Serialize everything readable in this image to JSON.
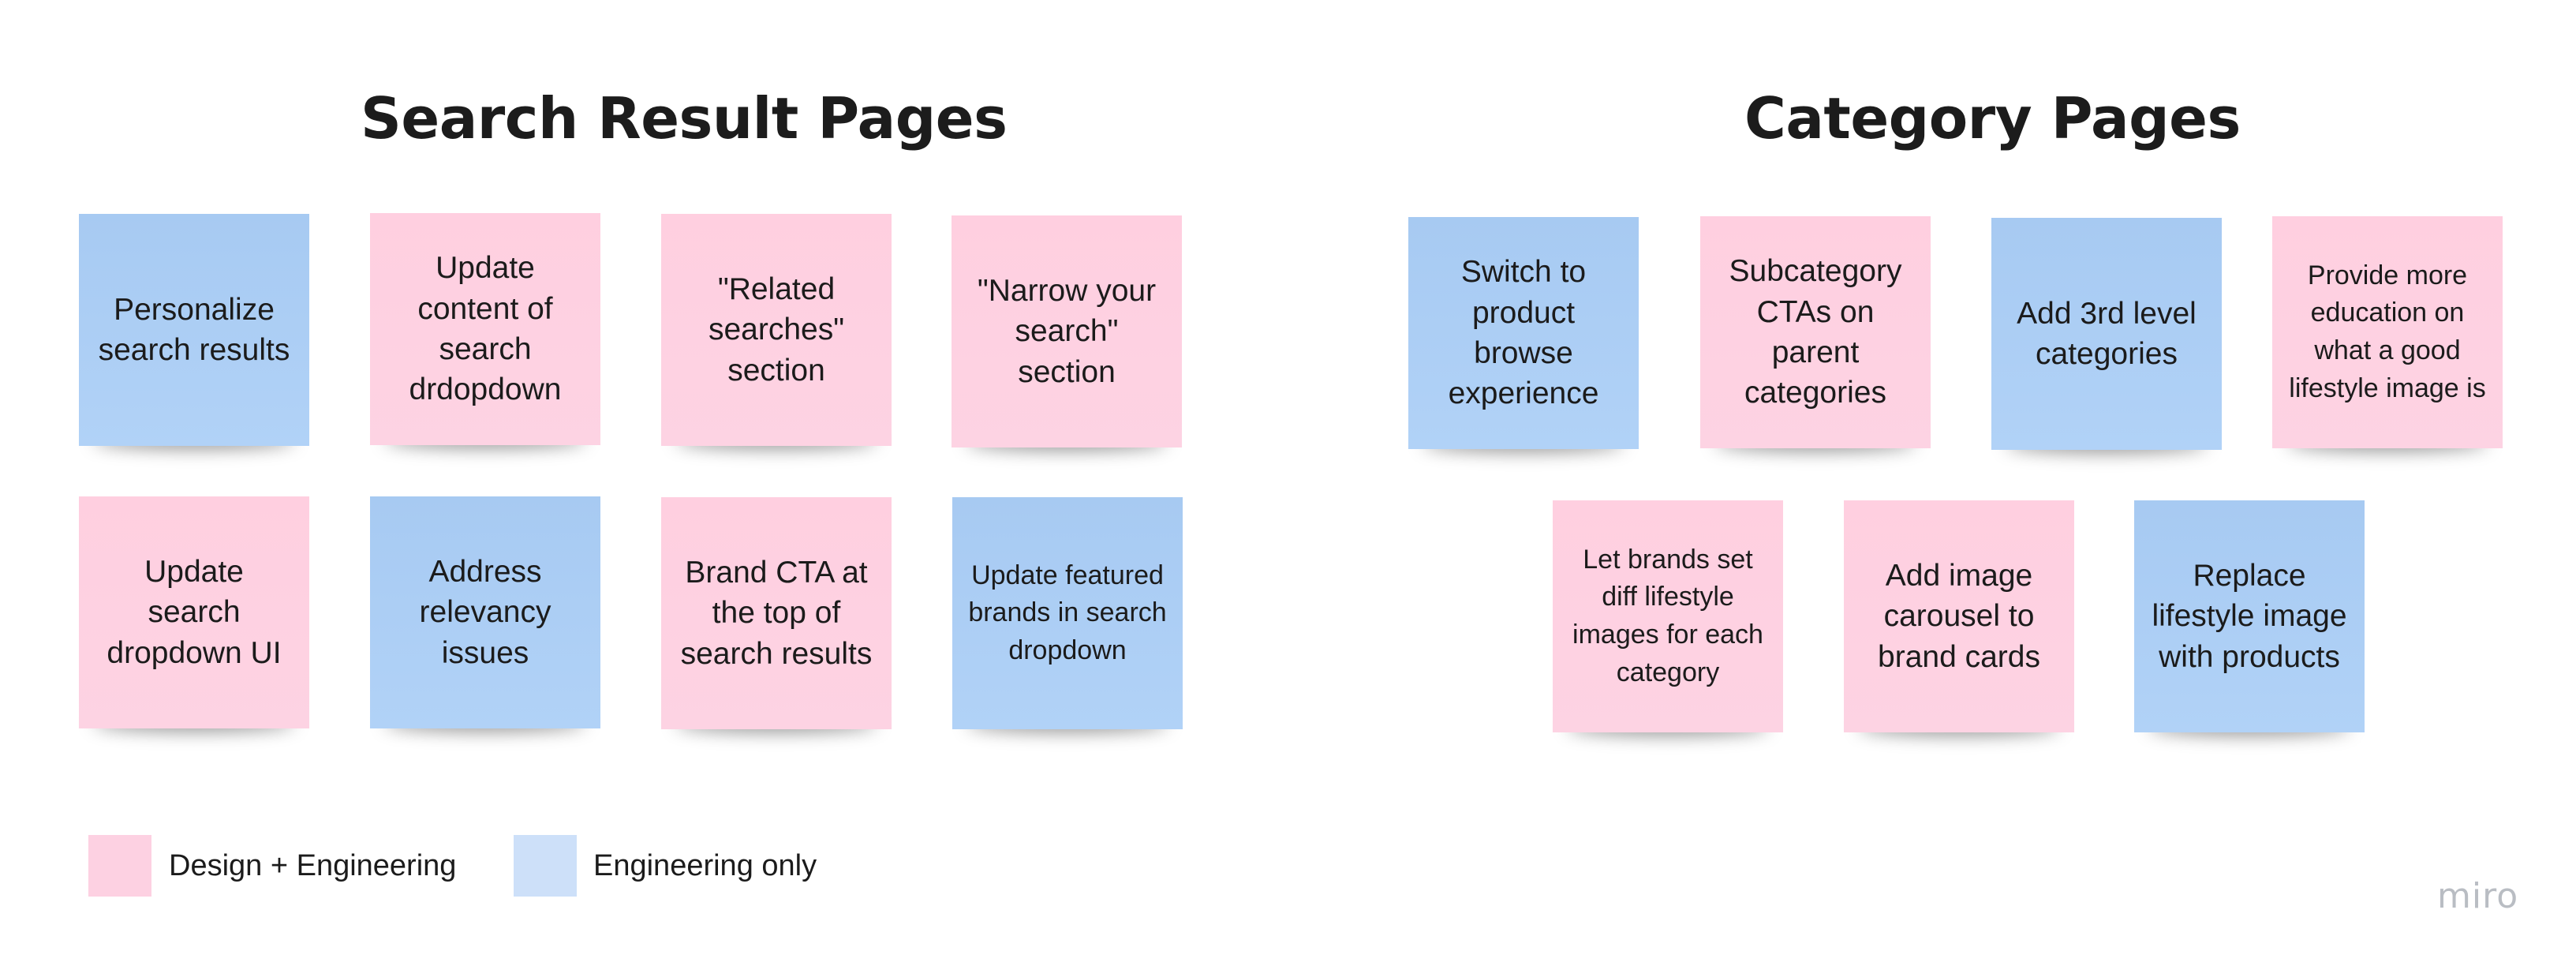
{
  "sections": {
    "search": {
      "title": "Search Result Pages",
      "notes": [
        {
          "text": "Personalize search results",
          "color": "blue"
        },
        {
          "text": "Update content of search drdopdown",
          "color": "pink"
        },
        {
          "text": "\"Related searches\" section",
          "color": "pink"
        },
        {
          "text": "\"Narrow your search\" section",
          "color": "pink"
        },
        {
          "text": "Update search dropdown UI",
          "color": "pink"
        },
        {
          "text": "Address relevancy issues",
          "color": "blue"
        },
        {
          "text": "Brand CTA at the top of search results",
          "color": "pink"
        },
        {
          "text": "Update featured brands in search dropdown",
          "color": "blue"
        }
      ]
    },
    "category": {
      "title": "Category Pages",
      "notes": [
        {
          "text": "Switch to product browse experience",
          "color": "blue"
        },
        {
          "text": "Subcategory CTAs on parent categories",
          "color": "pink"
        },
        {
          "text": "Add 3rd level categories",
          "color": "blue"
        },
        {
          "text": "Provide more education on what a good lifestyle image is",
          "color": "pink"
        },
        {
          "text": "Let brands set diff lifestyle images for each category",
          "color": "pink"
        },
        {
          "text": "Add image carousel to brand cards",
          "color": "pink"
        },
        {
          "text": "Replace lifestyle image with products",
          "color": "blue"
        }
      ]
    }
  },
  "legend": [
    {
      "label": "Design + Engineering",
      "color": "#fdd1e2"
    },
    {
      "label": "Engineering only",
      "color": "#cde0f9"
    }
  ],
  "colors": {
    "pink_note": "#fdd1e2",
    "blue_note": "#a9cbf3",
    "title_text": "#1c1c1c",
    "logo": "#b9bdc3"
  },
  "logo": {
    "text": "miro"
  }
}
